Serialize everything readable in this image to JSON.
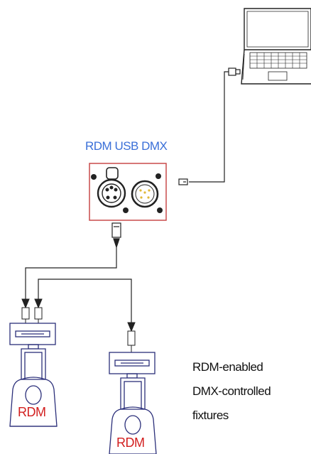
{
  "device": {
    "label": "RDM USB DMX"
  },
  "caption": {
    "line1": "RDM-enabled",
    "line2": "DMX-controlled",
    "line3": "fixtures"
  },
  "fixtures": {
    "left_tag": "RDM",
    "right_tag": "RDM"
  },
  "colors": {
    "device_label": "#3a6fd8",
    "device_border": "#c94a4a",
    "rdm_tag": "#d21f1f",
    "fixture_stroke": "#2b2f7a",
    "cable": "#222222"
  }
}
